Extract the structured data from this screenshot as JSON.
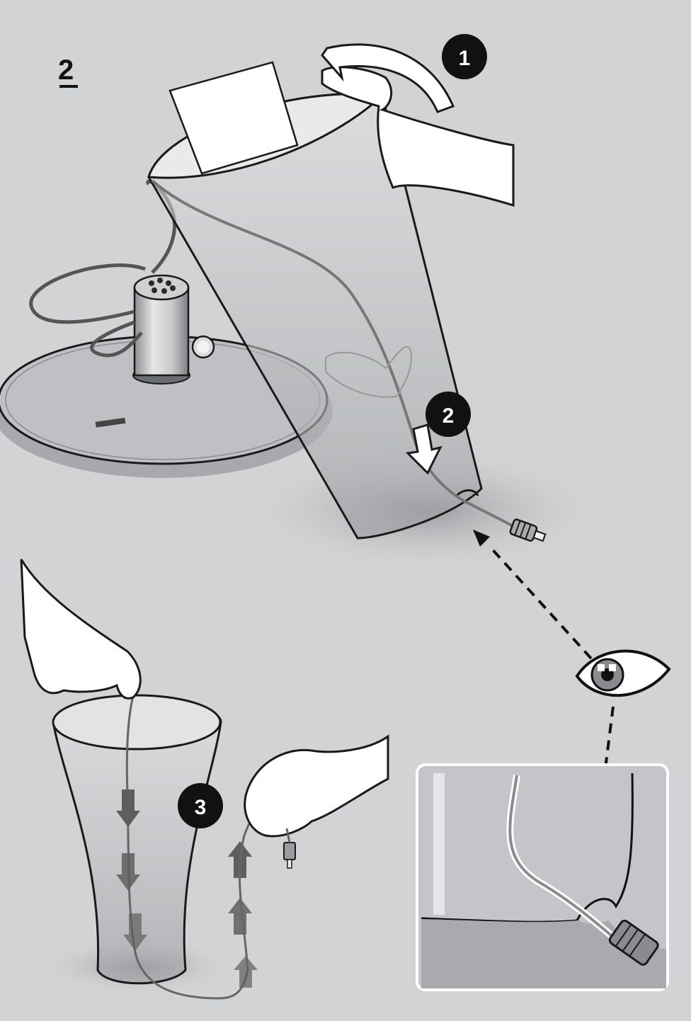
{
  "page_number": "2",
  "steps": [
    "1",
    "2",
    "3"
  ],
  "colors": {
    "background": "#d2d3d5",
    "ink": "#1a1a1a",
    "cable": "#5a5a5a",
    "badge": "#111111",
    "arrow_fill": "#ffffff",
    "flow_arrow": "#5e5e5e",
    "inset_border": "#ffffff"
  },
  "icons": [
    "rotate-arrow-icon",
    "down-arrow-icon",
    "eye-icon",
    "dashed-arrow-icon",
    "plug-icon",
    "hand-icon"
  ]
}
